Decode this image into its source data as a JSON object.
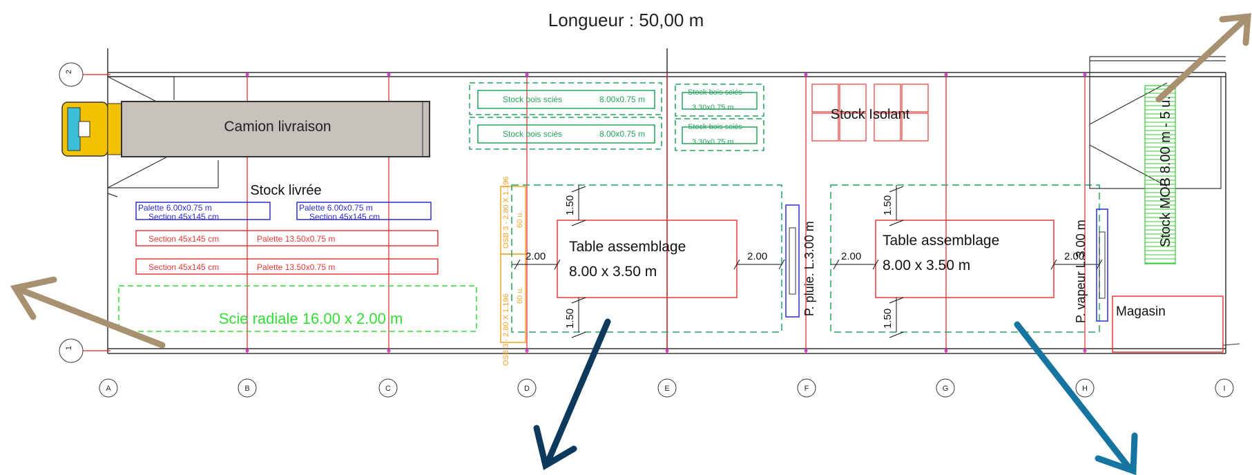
{
  "title": "Longueur : 50,00 m",
  "grid": {
    "columns": [
      "A",
      "B",
      "C",
      "D",
      "E",
      "F",
      "G",
      "H",
      "I"
    ],
    "rows": [
      "2",
      "1"
    ]
  },
  "zones": {
    "camion": "Camion livraison",
    "stock_livree": "Stock livrée",
    "palette_blue_1": "Palette 6.00x0.75 m",
    "section_blue_1": "Section 45x145 cm",
    "palette_blue_2": "Palette 6.00x0.75 m",
    "section_blue_2": "Section 45x145 cm",
    "section_red_1": "Section 45x145 cm",
    "palette_red_1": "Palette 13.50x0.75 m",
    "section_red_2": "Section 45x145 cm",
    "palette_red_2": "Palette 13.50x0.75 m",
    "scie": "Scie radiale 16.00 x 2.00 m",
    "stock_bois_1": "Stock bois sciés",
    "stock_bois_1_dim": "8.00x0.75 m",
    "stock_bois_2": "Stock bois sciés",
    "stock_bois_2_dim": "8.00x0.75 m",
    "stock_bois_3": "Stock bois sciés",
    "stock_bois_3_dim": "3.30x0.75 m",
    "stock_bois_4": "Stock bois sciés",
    "stock_bois_4_dim": "3.30x0.75 m",
    "stock_isolant": "Stock Isolant",
    "osb_1": "OSB 3 - 2.80 X 1.196",
    "osb_1_qty": "60 u.",
    "osb_2": "OSB 3 - 2.80 X 1.196",
    "osb_2_qty": "60 u.",
    "table1_l1": "Table assemblage",
    "table1_l2": "8.00 x 3.50 m",
    "table2_l1": "Table assemblage",
    "table2_l2": "8.00 x 3.50 m",
    "pluie": "P. pluie. L.3.00 m",
    "vapeur": "P. vapeur L.3.00 m",
    "stock_mob": "Stock MOB 8.00 m - 5 u.",
    "magasin": "Magasin"
  },
  "dimensions": {
    "t1_top": "1.50",
    "t1_bottom": "1.50",
    "t1_left": "2.00",
    "t1_right": "2.00",
    "t2_top": "1.50",
    "t2_bottom": "1.50",
    "t2_left": "2.00",
    "t2_right": "2.00"
  },
  "colors": {
    "wall": "#333333",
    "grid": "#e0202a",
    "green": "#22a35a",
    "bright_green": "#33dd33",
    "red": "#e53935",
    "blue": "#2b2bd6",
    "orange": "#f4a32a",
    "truck_yellow": "#f2c200",
    "truck_grey": "#c6c1bb",
    "arrow_tan": "#a89170",
    "arrow_navy": "#0d3a5c",
    "arrow_blue": "#1574a0"
  }
}
